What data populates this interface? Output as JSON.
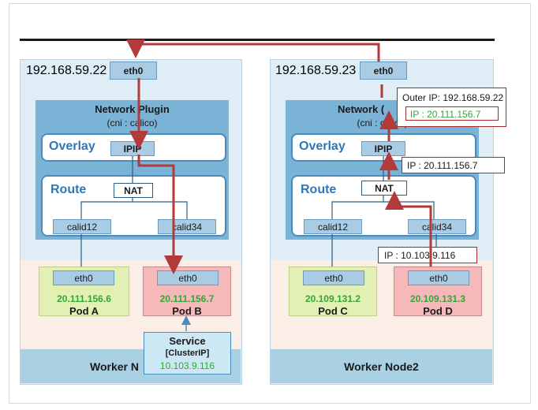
{
  "node1": {
    "ip": "192.168.59.22",
    "eth": "eth0",
    "plugin_title": "Network Plugin",
    "plugin_sub": "(cni : calico)",
    "overlay_label": "Overlay",
    "ipip": "IPIP",
    "route_label": "Route",
    "nat": "NAT",
    "calid_left": "calid12",
    "calid_right": "calid34",
    "pod_a": {
      "eth": "eth0",
      "ip": "20.111.156.6",
      "name": "Pod A"
    },
    "pod_b": {
      "eth": "eth0",
      "ip": "20.111.156.7",
      "name": "Pod B"
    },
    "footer": "Worker N"
  },
  "node2": {
    "ip": "192.168.59.23",
    "eth": "eth0",
    "plugin_title": "Network (",
    "plugin_sub": "(cni : calico)",
    "overlay_label": "Overlay",
    "ipip": "IPIP",
    "route_label": "Route",
    "nat": "NAT",
    "calid_left": "calid12",
    "calid_right": "calid34",
    "pod_c": {
      "eth": "eth0",
      "ip": "20.109.131.2",
      "name": "Pod C"
    },
    "pod_d": {
      "eth": "eth0",
      "ip": "20.109.131.3",
      "name": "Pod D"
    },
    "footer": "Worker Node2"
  },
  "service": {
    "title": "Service",
    "type": "[ClusterIP]",
    "ip": "10.103.9.116"
  },
  "callouts": {
    "outer_ip": "Outer IP: 192.168.59.22",
    "inner_ip_top": "IP : 20.111.156.7",
    "ip_overlay": "IP : 20.111.156.7",
    "ip_pod": "IP : 10.103.9.116"
  },
  "colors": {
    "path": "#b23a3a",
    "pod_ip_green": "#34a639",
    "accent_blue": "#2f77b8"
  }
}
